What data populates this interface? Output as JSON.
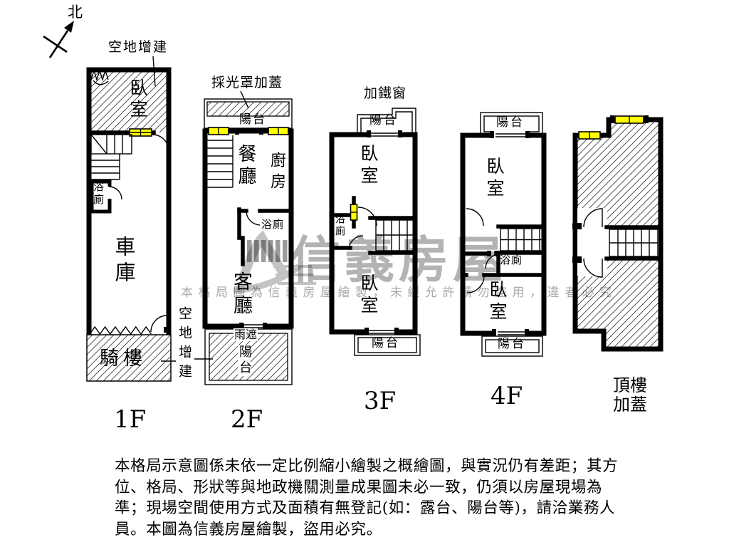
{
  "colors": {
    "wall_black": "#000000",
    "window_yellow": "#ffff00",
    "stair_gray": "#9b9b9b",
    "watermark_gray": "#a0a0a0"
  },
  "compass": {
    "north_label": "北"
  },
  "annotations": {
    "vacant_addition_1f": "空地增建",
    "vacant_addition_2f": "空地增建",
    "skylight_cover": "採光罩加蓋",
    "iron_window": "加鐵窗"
  },
  "floors": {
    "f1": {
      "label": "1F",
      "bedroom": "臥室",
      "bath": "浴廁",
      "garage": "車庫",
      "arcade": "騎樓"
    },
    "f2": {
      "label": "2F",
      "balcony_top": "陽台",
      "dining": "餐廳",
      "kitchen": "廚房",
      "bath": "浴廁",
      "living": "客廳",
      "rain_cover": "雨遮",
      "balcony_bottom": "陽台"
    },
    "f3": {
      "label": "3F",
      "balcony_top": "陽台",
      "bedroom_top": "臥室",
      "bath": "浴廁",
      "bedroom_bottom": "臥室",
      "balcony_bottom": "陽台"
    },
    "f4": {
      "label": "4F",
      "balcony_top": "陽台",
      "bedroom_top": "臥室",
      "bath": "浴廁",
      "bedroom_bottom": "臥室",
      "balcony_bottom": "陽台"
    },
    "roof": {
      "label_line1": "頂樓",
      "label_line2": "加蓋"
    }
  },
  "watermark": {
    "brand": "信義房屋",
    "notice": "本格局圖為信義房屋繪製，未經允許請勿盜用，違者必究"
  },
  "disclaimer": {
    "line1": "本格局示意圖係未依一定比例縮小繪製之概繪圖，與實況仍有差距；其方",
    "line2": "位、格局、形狀等與地政機關測量成果圖未必一致，仍須以房屋現場為",
    "line3": "準；現場空間使用方式及面積有無登記(如：露台、陽台等)，請洽業務人",
    "line4": "員。本圖為信義房屋繪製，盜用必究。"
  }
}
